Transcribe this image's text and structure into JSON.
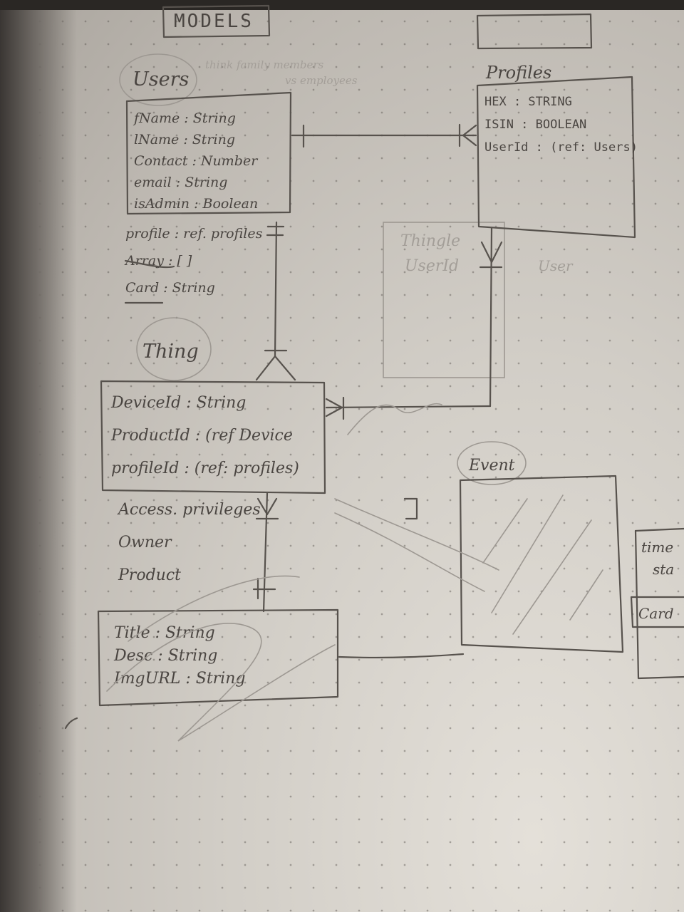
{
  "title": "MODELS",
  "entities": {
    "users": {
      "name": "Users",
      "note_line1": "think family members",
      "note_line2": "vs employees",
      "fields": [
        "fName : String",
        "lName : String",
        "Contact : Number",
        "email : String",
        "isAdmin : Boolean"
      ],
      "extras": [
        "profile : ref. profiles",
        "Array : [ ]",
        "Card : String"
      ]
    },
    "profiles": {
      "name": "Profiles",
      "fields": [
        "HEX : STRING",
        "ISIN : BOOLEAN",
        "UserId : (ref: Users)"
      ]
    },
    "thing": {
      "name": "Thing",
      "fields": [
        "DeviceId : String",
        "ProductId : (ref Device",
        "profileId : (ref: profiles)"
      ],
      "extras": [
        "Access. privileges",
        "Owner",
        "Product"
      ]
    },
    "product": {
      "fields": [
        "Title : String",
        "Desc : String",
        "ImgURL : String"
      ]
    },
    "event": {
      "name": "Event"
    },
    "side_box": {
      "line1": "time",
      "line2": "sta",
      "card": "Card"
    }
  },
  "erased": {
    "thingle": "Thingle",
    "userid": "UserId",
    "ref": "User"
  }
}
